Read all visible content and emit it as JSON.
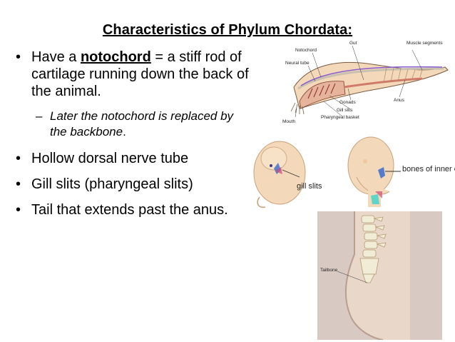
{
  "title": "Characteristics of Phylum Chordata:",
  "bullets": [
    {
      "pre": "Have a ",
      "bold": "notochord",
      "post": " = a stiff rod of cartilage running down the back of the animal."
    },
    {
      "text": "Hollow dorsal nerve tube"
    },
    {
      "text": "Gill slits (pharyngeal slits)"
    },
    {
      "text": "Tail that extends past the anus."
    }
  ],
  "sub_bullet": {
    "text": "Later the notochord is replaced by the backbone",
    "end": "."
  },
  "lancelet_labels": {
    "notochord": "Notochord",
    "gut": "Gut",
    "muscle": "Muscle segments",
    "neural": "Neural tube",
    "gonads": "Gonads",
    "anus": "Anus",
    "gill": "Gill slits",
    "pharyngeal": "Pharyngeal basket",
    "mouth": "Mouth"
  },
  "embryo_labels": {
    "gill_slits": "gill slits",
    "bones": "bones of inner ear"
  },
  "tailbone_label": "Tailbone",
  "colors": {
    "skin": "#f3d9b9",
    "beige_panel": "#d9c9c3",
    "spine": "#f1ecd6",
    "cyan": "#5fd5c7"
  }
}
